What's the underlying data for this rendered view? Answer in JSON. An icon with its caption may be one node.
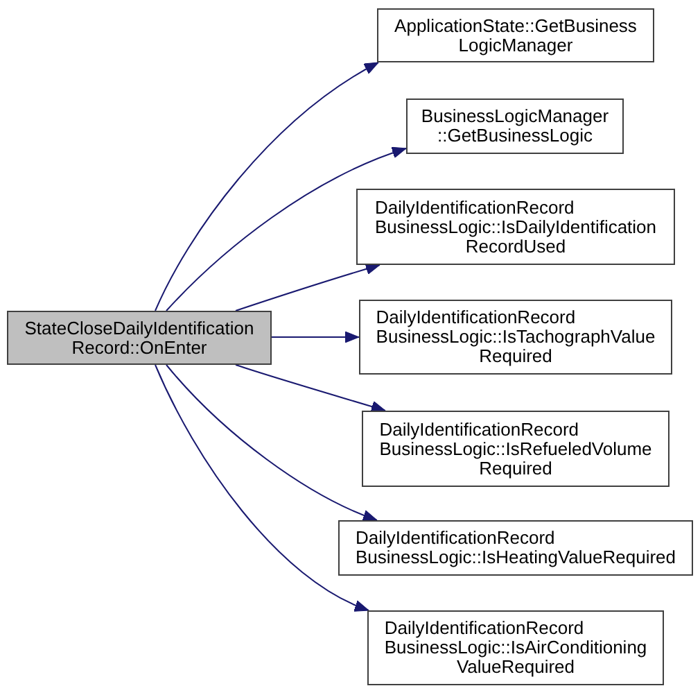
{
  "diagram": {
    "nodes": [
      {
        "text": [
          "StateCloseDailyIdentification Record::OnEnter"
        ]
      },
      {
        "text": [
          "ApplicationState::GetBusiness LogicManager"
        ]
      },
      {
        "text": [
          "BusinessLogicManager ::GetBusinessLogic"
        ]
      },
      {
        "text": [
          "DailyIdentificationRecord BusinessLogic::IsDailyIdentification RecordUsed"
        ]
      },
      {
        "text": [
          "DailyIdentificationRecord BusinessLogic::IsTachographValue Required"
        ]
      },
      {
        "text": [
          "DailyIdentificationRecord BusinessLogic::IsRefueledVolume Required"
        ]
      },
      {
        "text": [
          "DailyIdentificationRecord BusinessLogic::IsHeatingValueRequired"
        ]
      },
      {
        "text": [
          "DailyIdentificationRecord BusinessLogic::IsAirConditioning ValueRequired"
        ]
      }
    ],
    "edges": [
      {
        "from": 0,
        "to": 1,
        "arrow": "to"
      },
      {
        "from": 0,
        "to": 2,
        "arrow": "to"
      },
      {
        "from": 0,
        "to": 3,
        "arrow": "to"
      },
      {
        "from": 0,
        "to": 4,
        "arrow": "to"
      },
      {
        "from": 0,
        "to": 5,
        "arrow": "to"
      },
      {
        "from": 0,
        "to": 6,
        "arrow": "to"
      },
      {
        "from": 0,
        "to": 7,
        "arrow": "to"
      }
    ]
  }
}
